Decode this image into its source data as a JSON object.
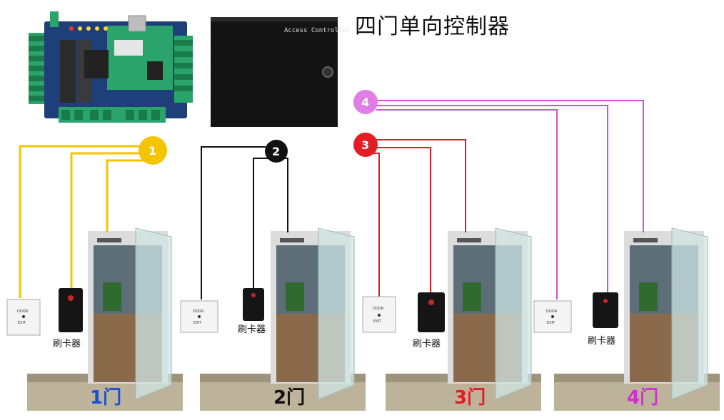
{
  "title": "四门单向控制器",
  "controller_label": "Access Controller",
  "reader_label": "刷卡器",
  "exit_button_text": [
    "DOOR",
    "EXIT"
  ],
  "doors": [
    {
      "id": "1",
      "badge": "1",
      "label": "1门",
      "color": "#f5c400",
      "label_color": "#1a4fd6"
    },
    {
      "id": "2",
      "badge": "2",
      "label": "2门",
      "color": "#111111",
      "label_color": "#111111"
    },
    {
      "id": "3",
      "badge": "3",
      "label": "3门",
      "color": "#e51c23",
      "label_color": "#e51c23"
    },
    {
      "id": "4",
      "badge": "4",
      "label": "4门",
      "color": "#d24fd8",
      "label_color": "#cc33cc"
    }
  ],
  "colors": {
    "board_green": "#2aa46a",
    "board_blue": "#1f3f7a",
    "controller_box": "#141414",
    "floor": "#bdb39a"
  }
}
